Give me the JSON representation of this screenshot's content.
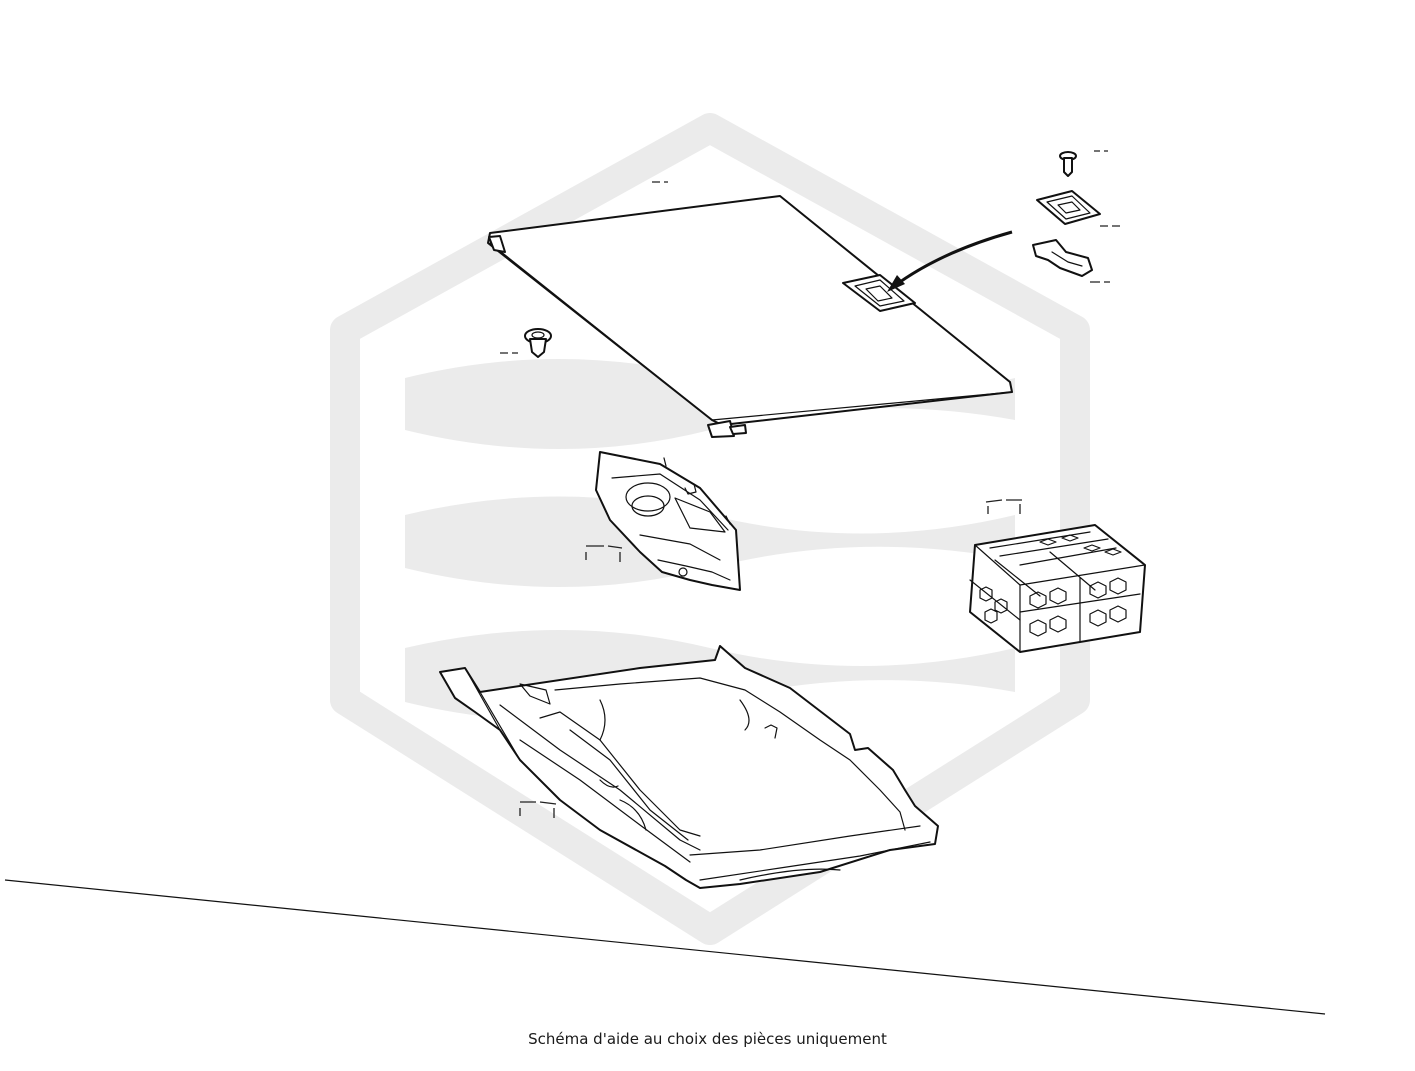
{
  "caption": "Schéma d'aide au choix des pièces uniquement",
  "colors": {
    "line": "#111111",
    "watermark": "#ebebeb",
    "background": "#ffffff"
  },
  "parts": [
    {
      "name": "trunk-floor-cover-panel"
    },
    {
      "name": "panel-handle"
    },
    {
      "name": "plastic-rivet-clip"
    },
    {
      "name": "handle-screw"
    },
    {
      "name": "handle-bezel"
    },
    {
      "name": "handle-latch-bracket"
    },
    {
      "name": "storage-tray-organizer"
    },
    {
      "name": "folding-storage-basket"
    },
    {
      "name": "trunk-floor-tub"
    }
  ]
}
